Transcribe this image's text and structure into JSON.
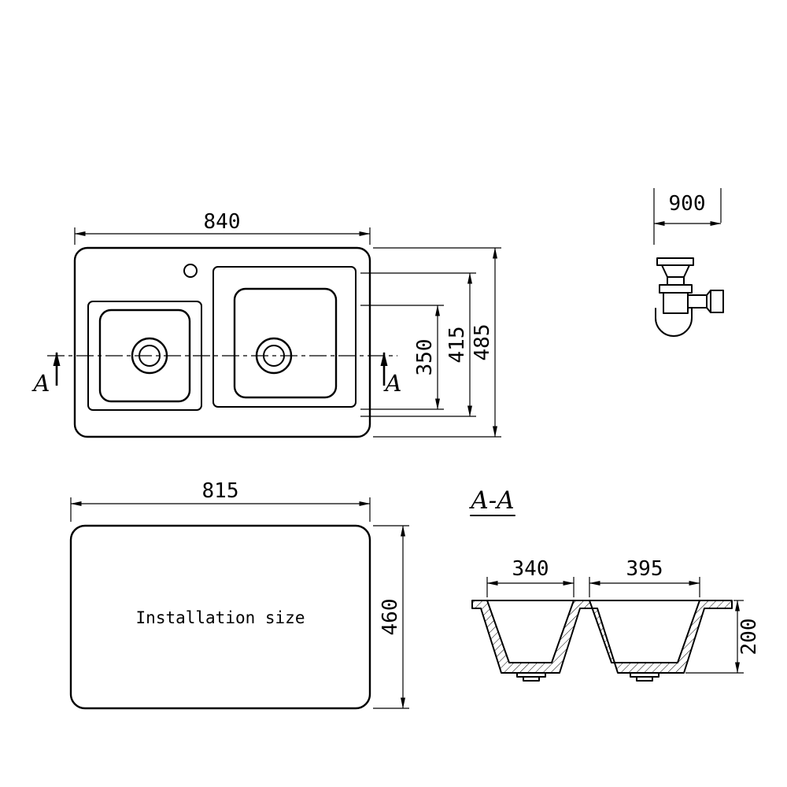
{
  "page": {
    "background": "#ffffff",
    "line_color": "#000000"
  },
  "plan_view": {
    "overall_width": "840",
    "left_bowl_depth": "350",
    "right_bowl_depth": "415",
    "overall_depth": "485",
    "section_letter": "A"
  },
  "siphon": {
    "dimension": "900"
  },
  "installation_view": {
    "width": "815",
    "height": "460",
    "caption": "Installation size"
  },
  "section_view": {
    "title": "A-A",
    "left_bowl_width": "340",
    "right_bowl_width": "395",
    "bowl_depth": "200"
  }
}
